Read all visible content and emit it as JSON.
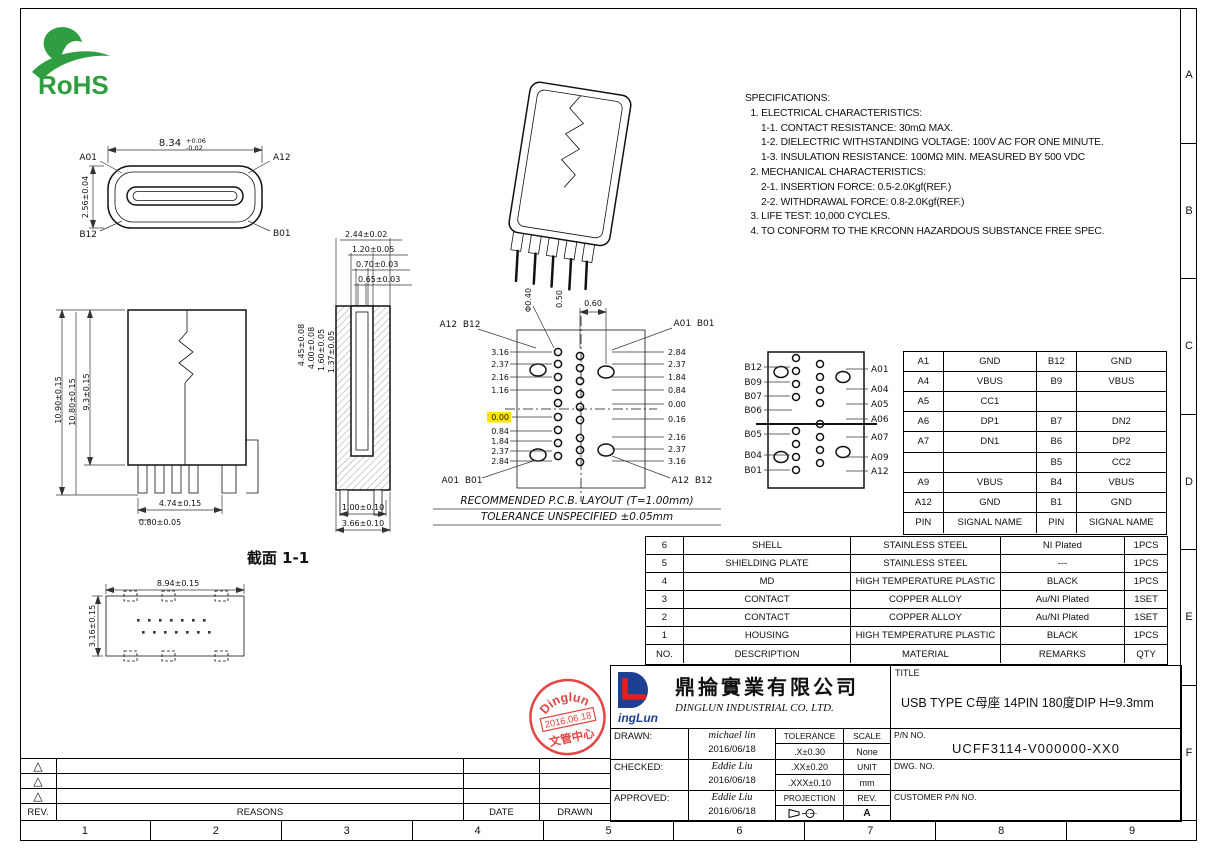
{
  "page": {
    "rohs_label": "RoHS",
    "zone_letters": [
      "A",
      "B",
      "C",
      "D",
      "E",
      "F"
    ],
    "zone_numbers": [
      "1",
      "2",
      "3",
      "4",
      "5",
      "6",
      "7",
      "8",
      "9"
    ]
  },
  "specs": {
    "title": "SPECIFICATIONS:",
    "lines": [
      "  1. ELECTRICAL CHARACTERISTICS:",
      "      1-1. CONTACT RESISTANCE: 30mΩ MAX.",
      "      1-2. DIELECTRIC WITHSTANDING VOLTAGE: 100V AC FOR ONE MINUTE.",
      "      1-3. INSULATION RESISTANCE: 100MΩ MIN. MEASURED BY 500 VDC",
      "  2. MECHANICAL CHARACTERISTICS:",
      "      2-1. INSERTION FORCE: 0.5-2.0Kgf(REF.)",
      "      2-2. WITHDRAWAL FORCE: 0.8-2.0Kgf(REF.)",
      "  3. LIFE TEST: 10,000 CYCLES.",
      "  4. TO CONFORM TO THE KRCONN HAZARDOUS SUBSTANCE FREE SPEC."
    ]
  },
  "front": {
    "dim_w": "8.34",
    "tol_up": "+0.06",
    "tol_dn": "-0.02",
    "dim_h": "2.56±0.04",
    "tl": "A01",
    "tr": "A12",
    "bl": "B12",
    "br": "B01"
  },
  "section_top_dims": [
    "2.44±0.02",
    "1.20±0.05",
    "0.70±0.03",
    "0.65±0.03"
  ],
  "profile": {
    "d1": "10.90±0.15",
    "d2": "10.80±0.15",
    "d3": "9.3±0.15",
    "w1": "4.74±0.15",
    "w2": "0.80±0.05"
  },
  "section": {
    "label": "截面 1-1",
    "r1": "4.45±0.08",
    "r2": "4.00±0.08",
    "r3": "1.60±0.05",
    "r4": "1.37±0.05",
    "b1": "1.00±0.10",
    "b2": "3.66±0.10"
  },
  "pcb": {
    "hole_dia": "Φ0.40",
    "pitch": "0.50",
    "dim_top": "0.60",
    "tl": "A12  B12",
    "tr": "A01  B01",
    "bl": "A01  B01",
    "br": "A12  B12",
    "left": [
      "3.16",
      "2.37",
      "2.16",
      "1.16",
      "0.00",
      "0.84",
      "1.84",
      "2.37",
      "2.84"
    ],
    "right": [
      "2.84",
      "2.37",
      "1.84",
      "0.84",
      "0.00",
      "0.16",
      "2.16",
      "2.37",
      "3.16"
    ],
    "caption1": "RECOMMENDED P.C.B. LAYOUT (T=1.00mm)",
    "caption2": "TOLERANCE UNSPECIFIED ±0.05mm"
  },
  "pinout": {
    "left": [
      "B12",
      "B09",
      "B07",
      "B06",
      "B05",
      "B04",
      "B01"
    ],
    "right": [
      "A01",
      "A04",
      "A05",
      "A06",
      "A07",
      "A09",
      "A12"
    ]
  },
  "bottom": {
    "w": "8.94±0.15",
    "h": "3.16±0.15"
  },
  "pin_table": {
    "rows": [
      [
        "A1",
        "GND",
        "B12",
        "GND"
      ],
      [
        "A4",
        "VBUS",
        "B9",
        "VBUS"
      ],
      [
        "A5",
        "CC1",
        "",
        ""
      ],
      [
        "A6",
        "DP1",
        "B7",
        "DN2"
      ],
      [
        "A7",
        "DN1",
        "B6",
        "DP2"
      ],
      [
        "",
        "",
        "B5",
        "CC2"
      ],
      [
        "A9",
        "VBUS",
        "B4",
        "VBUS"
      ],
      [
        "A12",
        "GND",
        "B1",
        "GND"
      ],
      [
        "PIN",
        "SIGNAL NAME",
        "PIN",
        "SIGNAL NAME"
      ]
    ]
  },
  "bom": {
    "rows": [
      [
        "6",
        "SHELL",
        "STAINLESS STEEL",
        "NI Plated",
        "1PCS"
      ],
      [
        "5",
        "SHIELDING PLATE",
        "STAINLESS STEEL",
        "---",
        "1PCS"
      ],
      [
        "4",
        "MD",
        "HIGH TEMPERATURE PLASTIC",
        "BLACK",
        "1PCS"
      ],
      [
        "3",
        "CONTACT",
        "COPPER ALLOY",
        "Au/NI Plated",
        "1SET"
      ],
      [
        "2",
        "CONTACT",
        "COPPER ALLOY",
        "Au/NI Plated",
        "1SET"
      ],
      [
        "1",
        "HOUSING",
        "HIGH TEMPERATURE PLASTIC",
        "BLACK",
        "1PCS"
      ],
      [
        "NO.",
        "DESCRIPTION",
        "MATERIAL",
        "REMARKS",
        "QTY"
      ]
    ]
  },
  "title_block": {
    "logo_text": "ingLun",
    "company_cn": "鼎掄實業有限公司",
    "company_en": "DINGLUN INDUSTRIAL CO. LTD.",
    "title_label": "TITLE",
    "title": "USB TYPE C母座 14PIN 180度DIP H=9.3mm",
    "drawn_label": "DRAWN:",
    "drawn_name": "michael lin",
    "drawn_date": "2016/06/18",
    "checked_label": "CHECKED:",
    "checked_name": "Eddie Liu",
    "checked_date": "2016/06/18",
    "approved_label": "APPROVED:",
    "approved_name": "Eddie Liu",
    "approved_date": "2016/06/18",
    "tolerance_label": "TOLERANCE",
    "tol_x": ".X±0.30",
    "tol_xx": ".XX±0.20",
    "tol_xxx": ".XXX±0.10",
    "scale_label": "SCALE",
    "scale_value": "None",
    "unit_label": "UNIT",
    "unit_value": "mm",
    "projection_label": "PROJECTION",
    "rev_label": "REV.",
    "rev_value": "A",
    "pn_label": "P/N NO.",
    "pn_value": "UCFF3114-V000000-XX0",
    "dwg_label": "DWG. NO.",
    "customer_label": "CUSTOMER P/N NO."
  },
  "rev_table": {
    "marker": "△",
    "rev_label": "REV.",
    "reasons_label": "REASONS",
    "date_label": "DATE",
    "drawn_label": "DRAWN"
  },
  "stamp": {
    "line1": "Dinglun",
    "line2": "2016.06.18",
    "line3": "文管中心"
  }
}
